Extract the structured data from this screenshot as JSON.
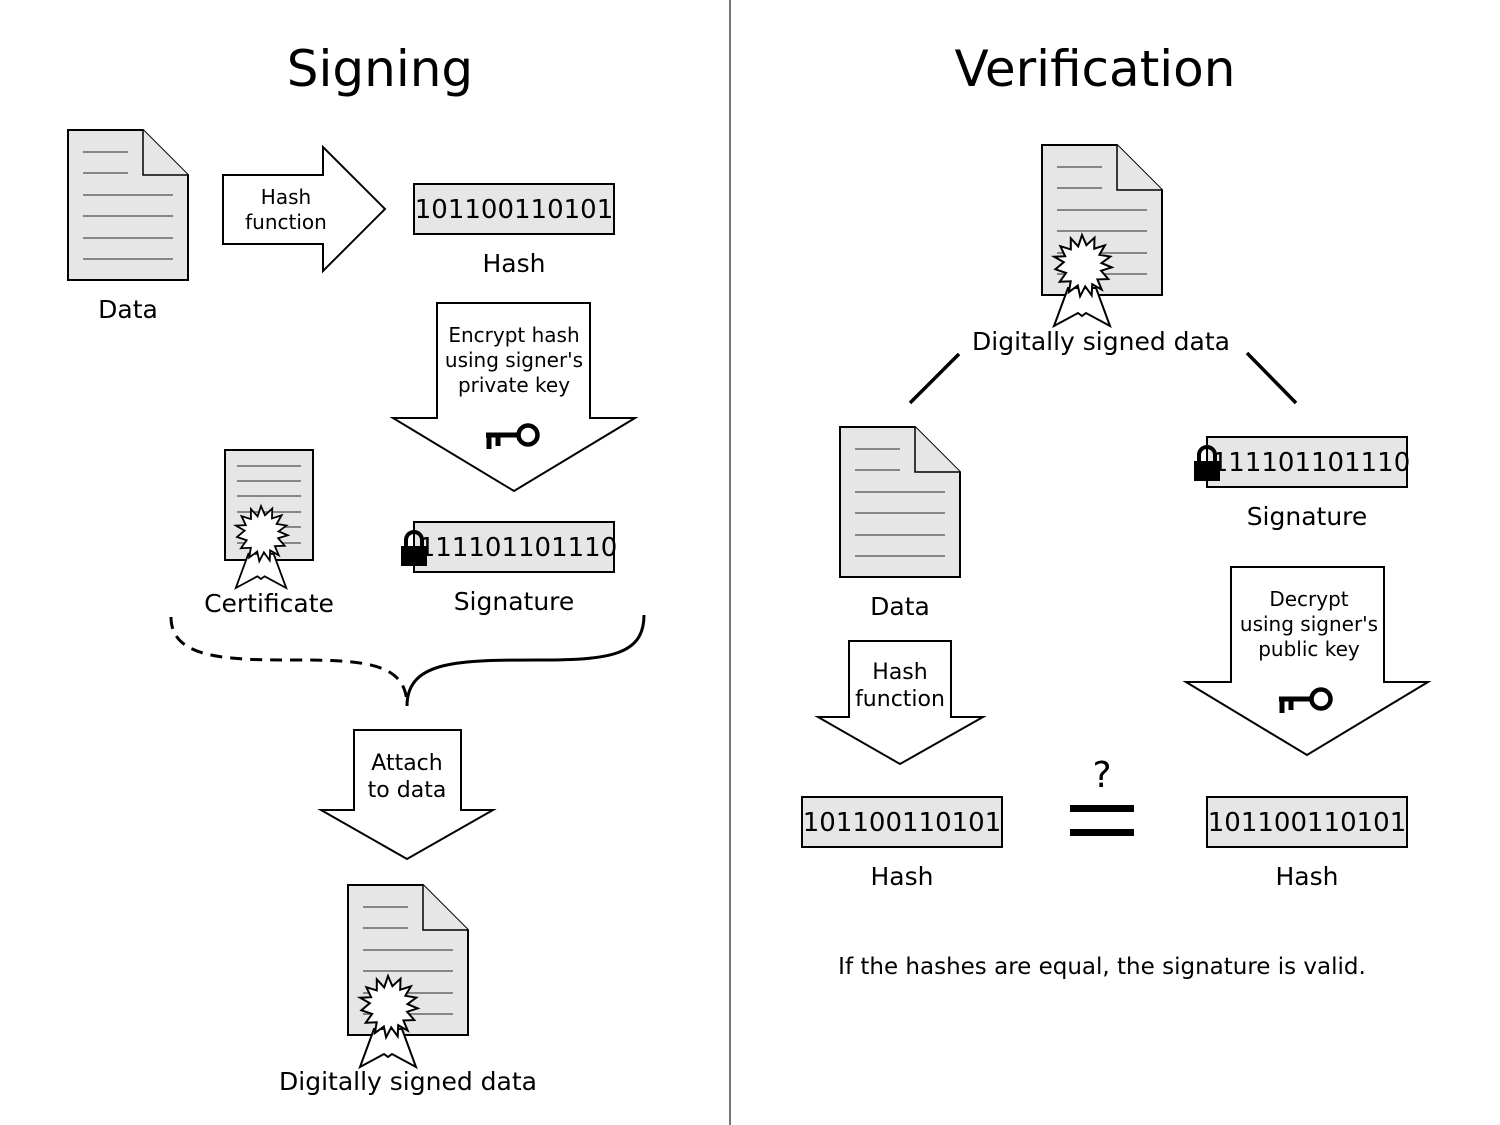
{
  "signing": {
    "title": "Signing",
    "data_label": "Data",
    "hash_function": [
      "Hash",
      "function"
    ],
    "hash_value": "101100110101",
    "hash_label": "Hash",
    "encrypt": [
      "Encrypt hash",
      "using signer's",
      "private key"
    ],
    "certificate_label": "Certificate",
    "signature_value": "111101101110",
    "signature_label": "Signature",
    "attach": [
      "Attach",
      "to data"
    ],
    "signed_label": "Digitally signed data"
  },
  "verification": {
    "title": "Verification",
    "signed_label": "Digitally signed data",
    "data_label": "Data",
    "signature_value": "111101101110",
    "signature_label": "Signature",
    "hash_function": [
      "Hash",
      "function"
    ],
    "decrypt": [
      "Decrypt",
      "using signer's",
      "public key"
    ],
    "hash_value_left": "101100110101",
    "hash_label_left": "Hash",
    "hash_value_right": "101100110101",
    "hash_label_right": "Hash",
    "question": "?",
    "conclusion": "If the hashes are equal, the signature is valid."
  },
  "icons": [
    "document-icon",
    "certificate-icon",
    "seal-icon",
    "key-icon",
    "padlock-icon",
    "equals-icon"
  ]
}
